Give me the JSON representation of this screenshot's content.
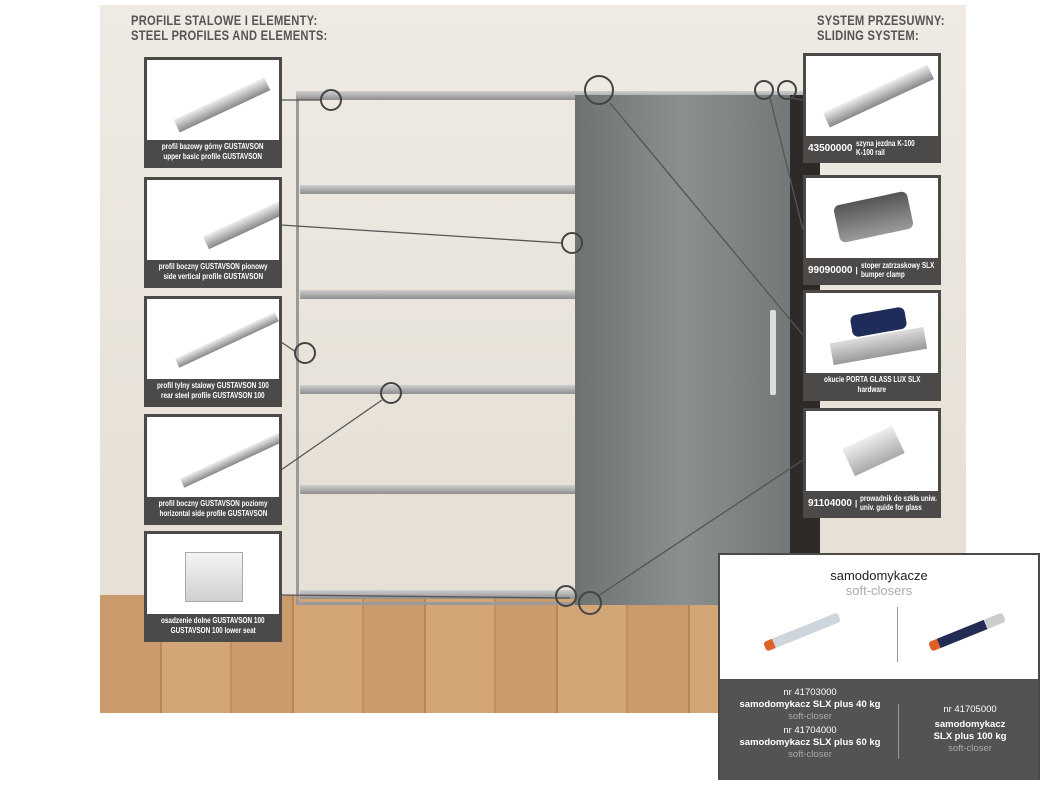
{
  "headings": {
    "left_pl": "PROFILE STALOWE I ELEMENTY:",
    "left_en": "STEEL PROFILES AND ELEMENTS:",
    "right_pl": "SYSTEM PRZESUWNY:",
    "right_en": "SLIDING SYSTEM:"
  },
  "left_items": [
    {
      "pl": "profil bazowy górny GUSTAVSON",
      "en": "upper basic profile GUSTAVSON"
    },
    {
      "pl": "profil boczny GUSTAVSON pionowy",
      "en": "side vertical profile GUSTAVSON"
    },
    {
      "pl": "profil tylny stalowy GUSTAVSON 100",
      "en": "rear steel profile GUSTAVSON 100"
    },
    {
      "pl": "profil boczny GUSTAVSON poziomy",
      "en": "horizontal side profile GUSTAVSON"
    },
    {
      "pl": "osadzenie dolne GUSTAVSON 100",
      "en": "GUSTAVSON 100 lower seat"
    }
  ],
  "right_items": [
    {
      "code": "43500000",
      "pl": "szyna jezdna K-100",
      "en": "K-100 rail"
    },
    {
      "code": "99090000",
      "pl": "stoper zatrzaskowy SLX",
      "en": "bumper clamp"
    },
    {
      "code": "",
      "pl": "okucie PORTA GLASS LUX SLX",
      "en": "hardware"
    },
    {
      "code": "91104000",
      "pl": "prowadnik do szkła uniw.",
      "en": "univ. guide for glass"
    }
  ],
  "soft_closers": {
    "title": "samodomykacze",
    "subtitle": "soft-closers",
    "left": [
      {
        "nr": "nr 41703000",
        "name": "samodomykacz SLX plus 40 kg",
        "en": "soft-closer"
      },
      {
        "nr": "nr 41704000",
        "name": "samodomykacz SLX plus 60 kg",
        "en": "soft-closer"
      }
    ],
    "right": {
      "nr": "nr 41705000",
      "name1": "samodomykacz",
      "name2": "SLX plus 100 kg",
      "en": "soft-closer"
    }
  },
  "colors": {
    "panel": "#4b4a48",
    "closer_orange": "#e0602a"
  }
}
